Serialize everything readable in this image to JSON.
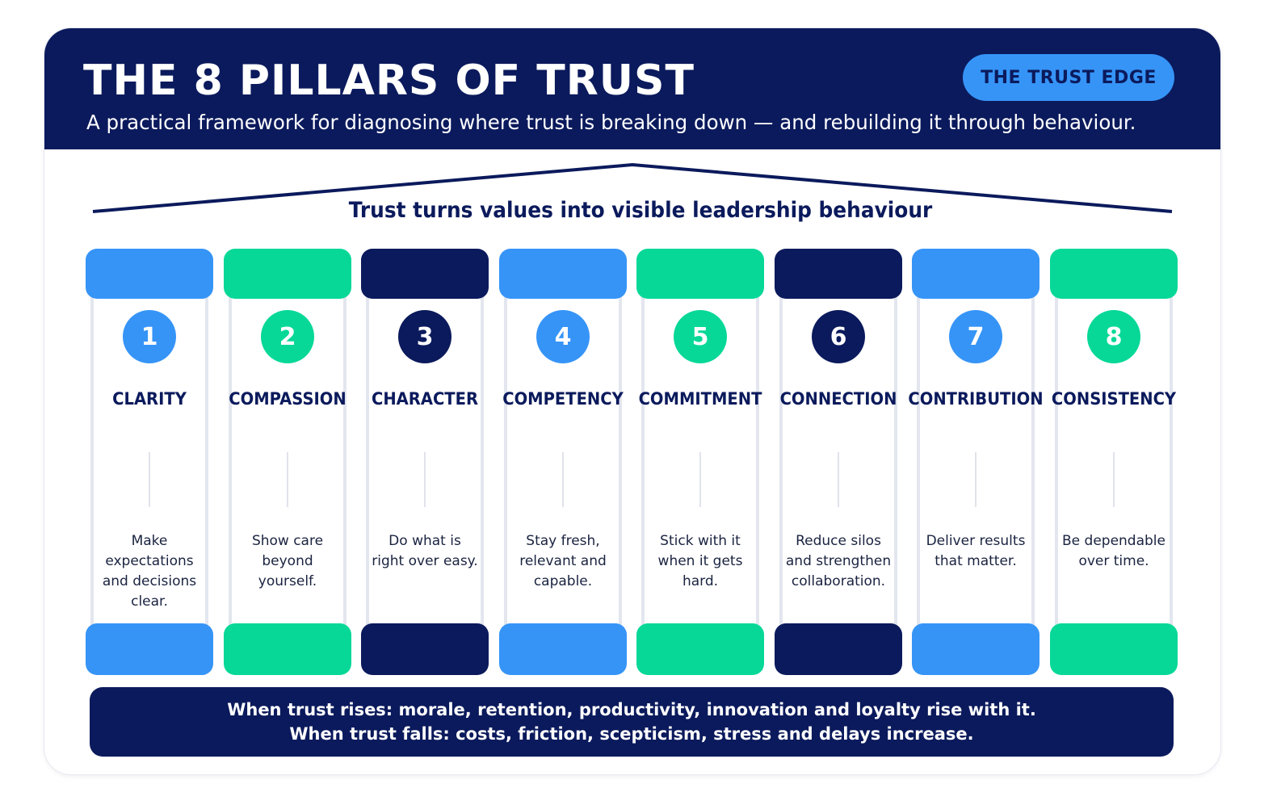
{
  "header": {
    "title": "THE 8 PILLARS OF TRUST",
    "subtitle": "A practical framework for diagnosing where trust is breaking down — and rebuilding it through behaviour.",
    "badge": "THE TRUST EDGE"
  },
  "roof": {
    "label": "Trust turns values into visible leadership behaviour"
  },
  "pillars": [
    {
      "number": "1",
      "name": "CLARITY",
      "description": "Make expectations and decisions clear.",
      "color": "#3694f7"
    },
    {
      "number": "2",
      "name": "COMPASSION",
      "description": "Show care beyond yourself.",
      "color": "#07d897"
    },
    {
      "number": "3",
      "name": "CHARACTER",
      "description": "Do what is right over easy.",
      "color": "#0b1a5c"
    },
    {
      "number": "4",
      "name": "COMPETENCY",
      "description": "Stay fresh, relevant and capable.",
      "color": "#3694f7"
    },
    {
      "number": "5",
      "name": "COMMITMENT",
      "description": "Stick with it when it gets hard.",
      "color": "#07d897"
    },
    {
      "number": "6",
      "name": "CONNECTION",
      "description": "Reduce silos and strengthen collaboration.",
      "color": "#0b1a5c"
    },
    {
      "number": "7",
      "name": "CONTRIBUTION",
      "description": "Deliver results that matter.",
      "color": "#3694f7"
    },
    {
      "number": "8",
      "name": "CONSISTENCY",
      "description": "Be dependable over time.",
      "color": "#07d897"
    }
  ],
  "footer": {
    "line1": "When trust rises: morale, retention, productivity, innovation and loyalty rise with it.",
    "line2": "When trust falls: costs, friction, scepticism, stress and delays increase."
  },
  "colors": {
    "navy": "#0b1a5c",
    "blue": "#3694f7",
    "green": "#07d897"
  }
}
